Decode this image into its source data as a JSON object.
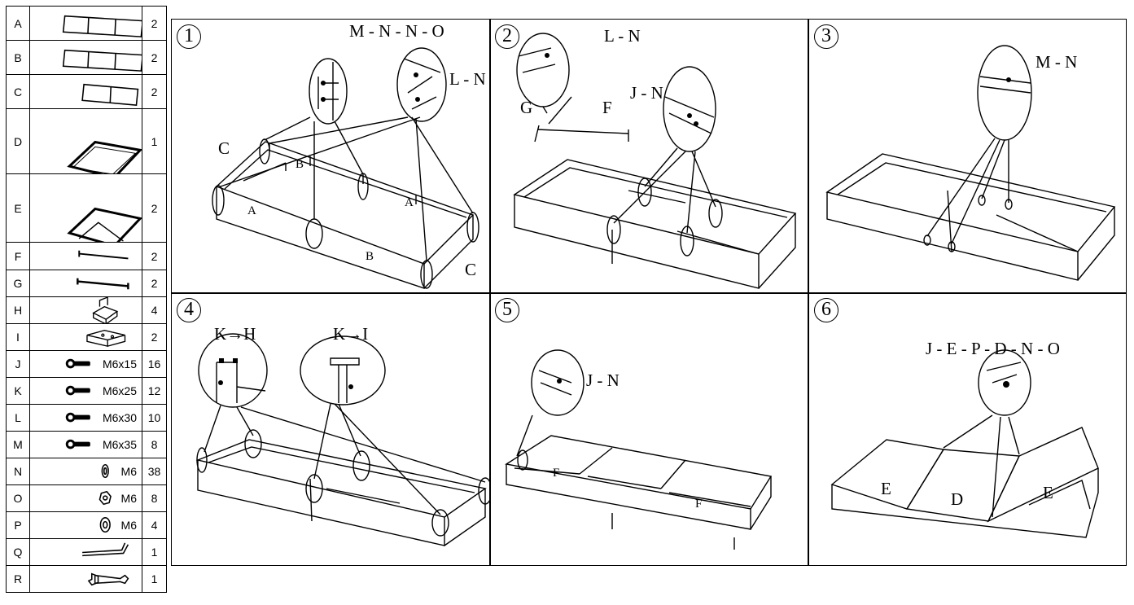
{
  "parts": [
    {
      "label": "A",
      "icon": "long-frame-panel-icon",
      "spec": "",
      "qty": "2"
    },
    {
      "label": "B",
      "icon": "long-frame-panel-icon",
      "spec": "",
      "qty": "2"
    },
    {
      "label": "C",
      "icon": "short-frame-panel-icon",
      "spec": "",
      "qty": "2"
    },
    {
      "label": "D",
      "icon": "seat-frame-icon",
      "spec": "",
      "qty": "1"
    },
    {
      "label": "E",
      "icon": "backrest-frame-icon",
      "spec": "",
      "qty": "2"
    },
    {
      "label": "F",
      "icon": "toothed-rod-icon",
      "spec": "",
      "qty": "2"
    },
    {
      "label": "G",
      "icon": "rod-icon",
      "spec": "",
      "qty": "2"
    },
    {
      "label": "H",
      "icon": "angle-bracket-icon",
      "spec": "",
      "qty": "4"
    },
    {
      "label": "I",
      "icon": "connector-block-icon",
      "spec": "",
      "qty": "2"
    },
    {
      "label": "J",
      "icon": "bolt-icon",
      "spec": "M6x15",
      "qty": "16"
    },
    {
      "label": "K",
      "icon": "bolt-icon",
      "spec": "M6x25",
      "qty": "12"
    },
    {
      "label": "L",
      "icon": "bolt-icon",
      "spec": "M6x30",
      "qty": "10"
    },
    {
      "label": "M",
      "icon": "bolt-icon",
      "spec": "M6x35",
      "qty": "8"
    },
    {
      "label": "N",
      "icon": "spring-washer-icon",
      "spec": "M6",
      "qty": "38"
    },
    {
      "label": "O",
      "icon": "nut-icon",
      "spec": "M6",
      "qty": "8"
    },
    {
      "label": "P",
      "icon": "flat-washer-icon",
      "spec": "M6",
      "qty": "4"
    },
    {
      "label": "Q",
      "icon": "allen-key-icon",
      "spec": "",
      "qty": "1"
    },
    {
      "label": "R",
      "icon": "wrench-icon",
      "spec": "",
      "qty": "1"
    }
  ],
  "steps": [
    {
      "num": "1",
      "callouts": [
        "M - N - N - O",
        "L - N"
      ],
      "part_labels": [
        "C",
        "B",
        "A",
        "A",
        "B",
        "C"
      ]
    },
    {
      "num": "2",
      "callouts": [
        "L - N",
        "J - N"
      ],
      "part_labels": [
        "G",
        "F"
      ]
    },
    {
      "num": "3",
      "callouts": [
        "M - N"
      ],
      "part_labels": []
    },
    {
      "num": "4",
      "callouts": [
        "K→H",
        "K→I"
      ],
      "part_labels": []
    },
    {
      "num": "5",
      "callouts": [
        "J - N"
      ],
      "part_labels": [
        "F",
        "F"
      ]
    },
    {
      "num": "6",
      "callouts": [
        "J - E - P - D - N - O"
      ],
      "part_labels": [
        "E",
        "D",
        "E"
      ]
    }
  ]
}
